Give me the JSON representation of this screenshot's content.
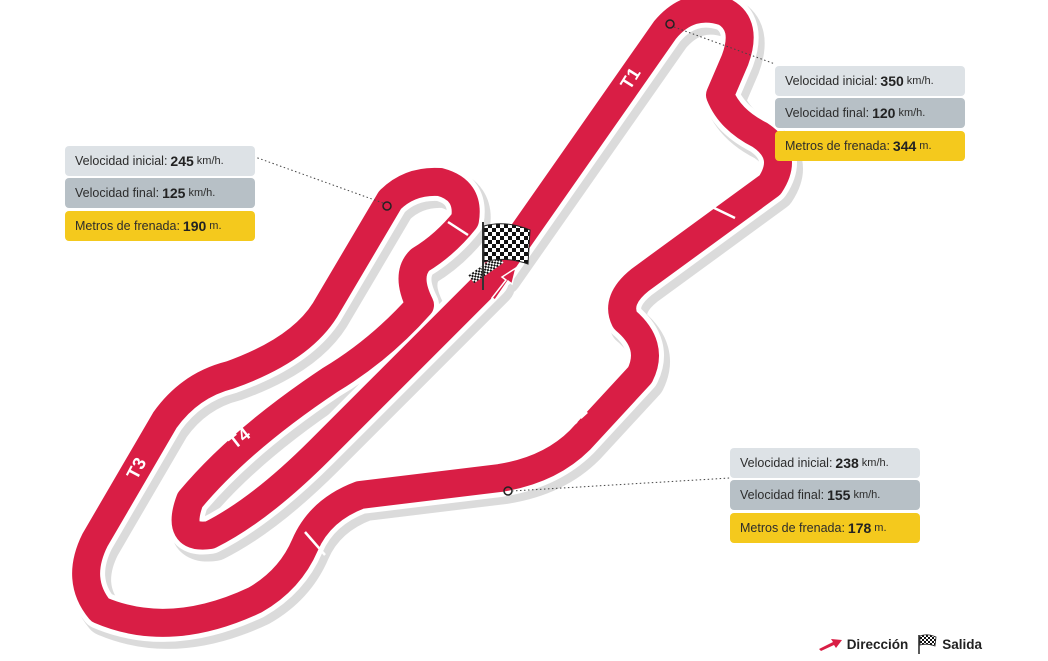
{
  "turns": [
    {
      "label": "T1"
    },
    {
      "label": "T2"
    },
    {
      "label": "T3"
    },
    {
      "label": "T4"
    }
  ],
  "braking_points": [
    {
      "initial_label": "Velocidad inicial:",
      "initial_value": "350",
      "initial_unit": "km/h.",
      "final_label": "Velocidad final:",
      "final_value": "120",
      "final_unit": "km/h.",
      "braking_label": "Metros de frenada:",
      "braking_value": "344",
      "braking_unit": "m."
    },
    {
      "initial_label": "Velocidad inicial:",
      "initial_value": "245",
      "initial_unit": "km/h.",
      "final_label": "Velocidad final:",
      "final_value": "125",
      "final_unit": "km/h.",
      "braking_label": "Metros de frenada:",
      "braking_value": "190",
      "braking_unit": "m."
    },
    {
      "initial_label": "Velocidad inicial:",
      "initial_value": "238",
      "initial_unit": "km/h.",
      "final_label": "Velocidad final:",
      "final_value": "155",
      "final_unit": "km/h.",
      "braking_label": "Metros de frenada:",
      "braking_value": "178",
      "braking_unit": "m."
    }
  ],
  "legend": {
    "direction_label": "Dirección",
    "start_label": "Salida"
  },
  "colors": {
    "track": "#d91e45",
    "track_shadow": "#b8b8b8",
    "initial_speed_bg": "#dde2e6",
    "final_speed_bg": "#b7c0c6",
    "braking_bg": "#f4c91d"
  }
}
